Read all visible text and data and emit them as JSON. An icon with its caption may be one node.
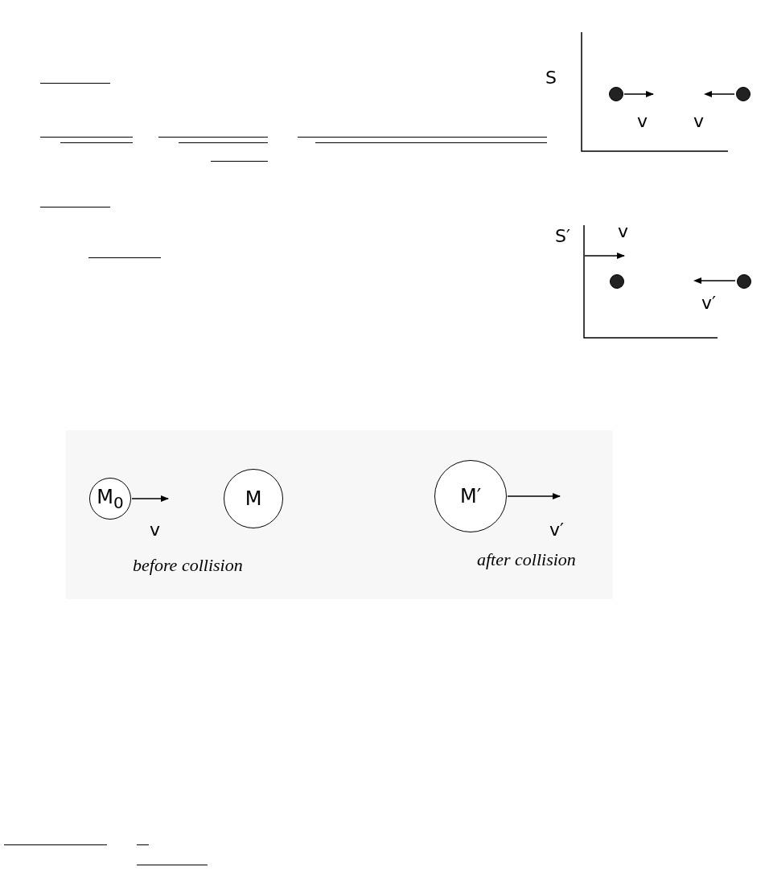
{
  "diagram": {
    "nodes": [
      {
        "text": [],
        "shape": "circle"
      },
      {
        "text": [],
        "shape": "circle"
      },
      {
        "text": [],
        "shape": "circle"
      },
      {
        "text": [],
        "shape": "circle"
      },
      {
        "text": [
          "M$_{0}$"
        ]
      },
      {
        "text": [
          "M"
        ]
      },
      {
        "text": [
          "M′"
        ]
      }
    ],
    "labels": [
      "S",
      "v",
      "v",
      "S′",
      "v",
      "v′",
      "v",
      "v′",
      "before collision",
      "after collision"
    ]
  }
}
